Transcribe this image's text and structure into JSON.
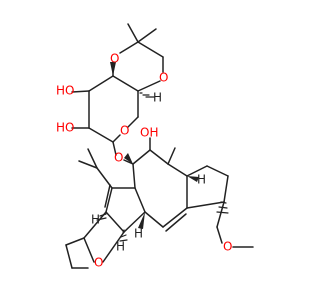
{
  "molecule": {
    "colors": {
      "bond": "#222222",
      "oxygen": "#ff0000",
      "carbon_label": "#222222",
      "background": "#ffffff"
    },
    "atom_labels": [
      {
        "id": "ho_upper",
        "text": "HO",
        "element": "O"
      },
      {
        "id": "ho_lower",
        "text": "HO",
        "element": "O"
      },
      {
        "id": "o_dioxane_left",
        "text": "O",
        "element": "O"
      },
      {
        "id": "o_dioxane_right",
        "text": "O",
        "element": "O"
      },
      {
        "id": "o_sugar_ring",
        "text": "O",
        "element": "O"
      },
      {
        "id": "o_glycosidic",
        "text": "O",
        "element": "O"
      },
      {
        "id": "oh_center",
        "text": "OH",
        "element": "O"
      },
      {
        "id": "o_furan",
        "text": "O",
        "element": "O"
      },
      {
        "id": "o_methoxy",
        "text": "O",
        "element": "O"
      },
      {
        "id": "h_sugar_top",
        "text": "H",
        "element": "H"
      },
      {
        "id": "h_core_left",
        "text": "H",
        "element": "H"
      },
      {
        "id": "h_core_mid",
        "text": "H",
        "element": "H"
      },
      {
        "id": "h_core_right",
        "text": "H",
        "element": "H"
      },
      {
        "id": "h_cyclopentane",
        "text": "H",
        "element": "H"
      }
    ]
  }
}
